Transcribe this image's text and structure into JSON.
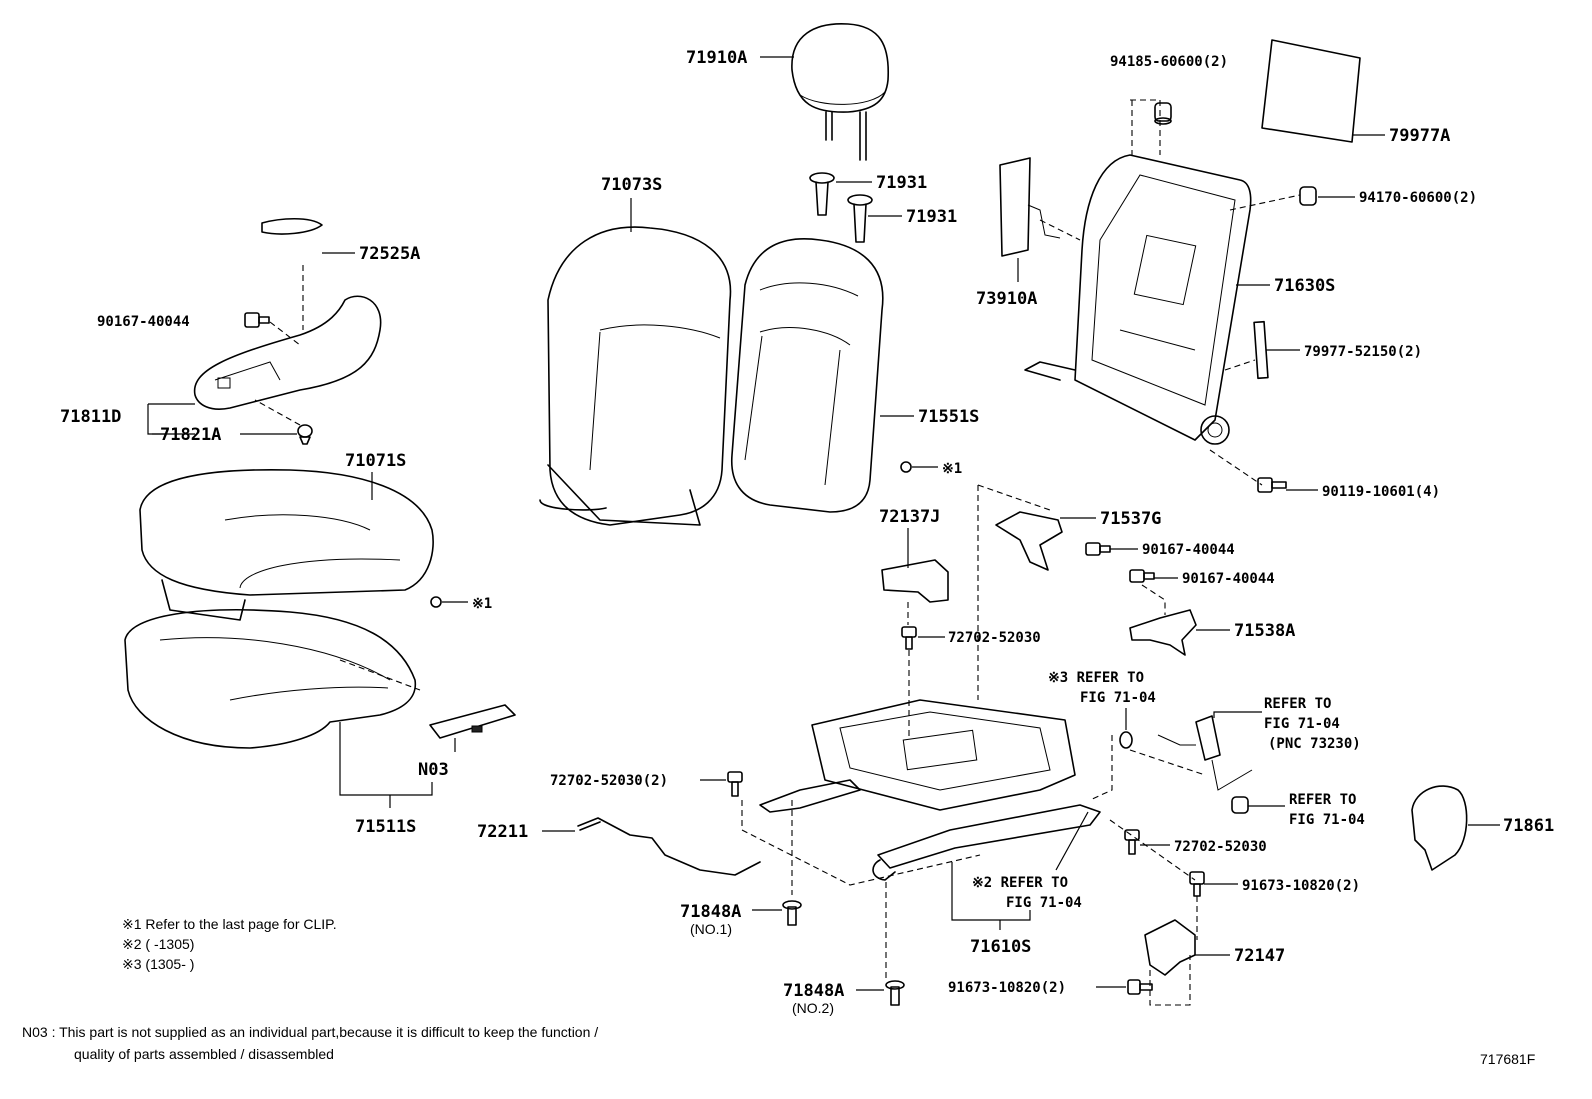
{
  "labels": {
    "hr_71910A": "71910A",
    "hr_71931_a": "71931",
    "hr_71931_b": "71931",
    "bk_71073S": "71073S",
    "bk_71551S": "71551S",
    "fr_94185": "94185-60600(2)",
    "fr_79977A": "79977A",
    "fr_94170": "94170-60600(2)",
    "fr_73910A": "73910A",
    "fr_71630S": "71630S",
    "fr_79977_52150": "79977-52150(2)",
    "fr_90119": "90119-10601(4)",
    "sh_72525A": "72525A",
    "sh_90167": "90167-40044",
    "sh_71811D": "71811D",
    "sh_71821A": "71821A",
    "cu_71071S": "71071S",
    "cu_clip": "※1",
    "cu_N03": "N03",
    "cu_71511S": "71511S",
    "bk_clip": "※1",
    "ad_72137J": "72137J",
    "ad_72702_a": "72702-52030",
    "ad_72702_b": "72702-52030(2)",
    "ad_72702_c": "72702-52030",
    "br_71537G": "71537G",
    "br_90167_a": "90167-40044",
    "br_90167_b": "90167-40044",
    "br_71538A": "71538A",
    "ref3_a": "※3 REFER TO",
    "ref3_b": "FIG 71-04",
    "belt_refer_a": "REFER TO",
    "belt_refer_b": "FIG 71-04",
    "belt_refer_c": "(PNC 73230)",
    "belt_refer2_a": "REFER TO",
    "belt_refer2_b": "FIG 71-04",
    "cv_71861": "71861",
    "rd_72211": "72211",
    "rd_71848A_1": "71848A",
    "rd_no1": "(NO.1)",
    "rd_71848A_2": "71848A",
    "rd_no2": "(NO.2)",
    "ad_71610S": "71610S",
    "ref2_a": "※2 REFER TO",
    "ref2_b": "FIG 71-04",
    "bt_91673_a": "91673-10820(2)",
    "bt_91673_b": "91673-10820(2)",
    "bt_72147": "72147",
    "foot_code": "717681F"
  },
  "notes": {
    "note1": "※1 Refer to the last page for CLIP.",
    "note2": "※2 (       -1305)",
    "note3": "※3 (1305-       )",
    "n03_line1": "N03 : This part is not supplied as an individual part,because it is difficult to keep the function /",
    "n03_line2": "quality of parts assembled / disassembled"
  }
}
